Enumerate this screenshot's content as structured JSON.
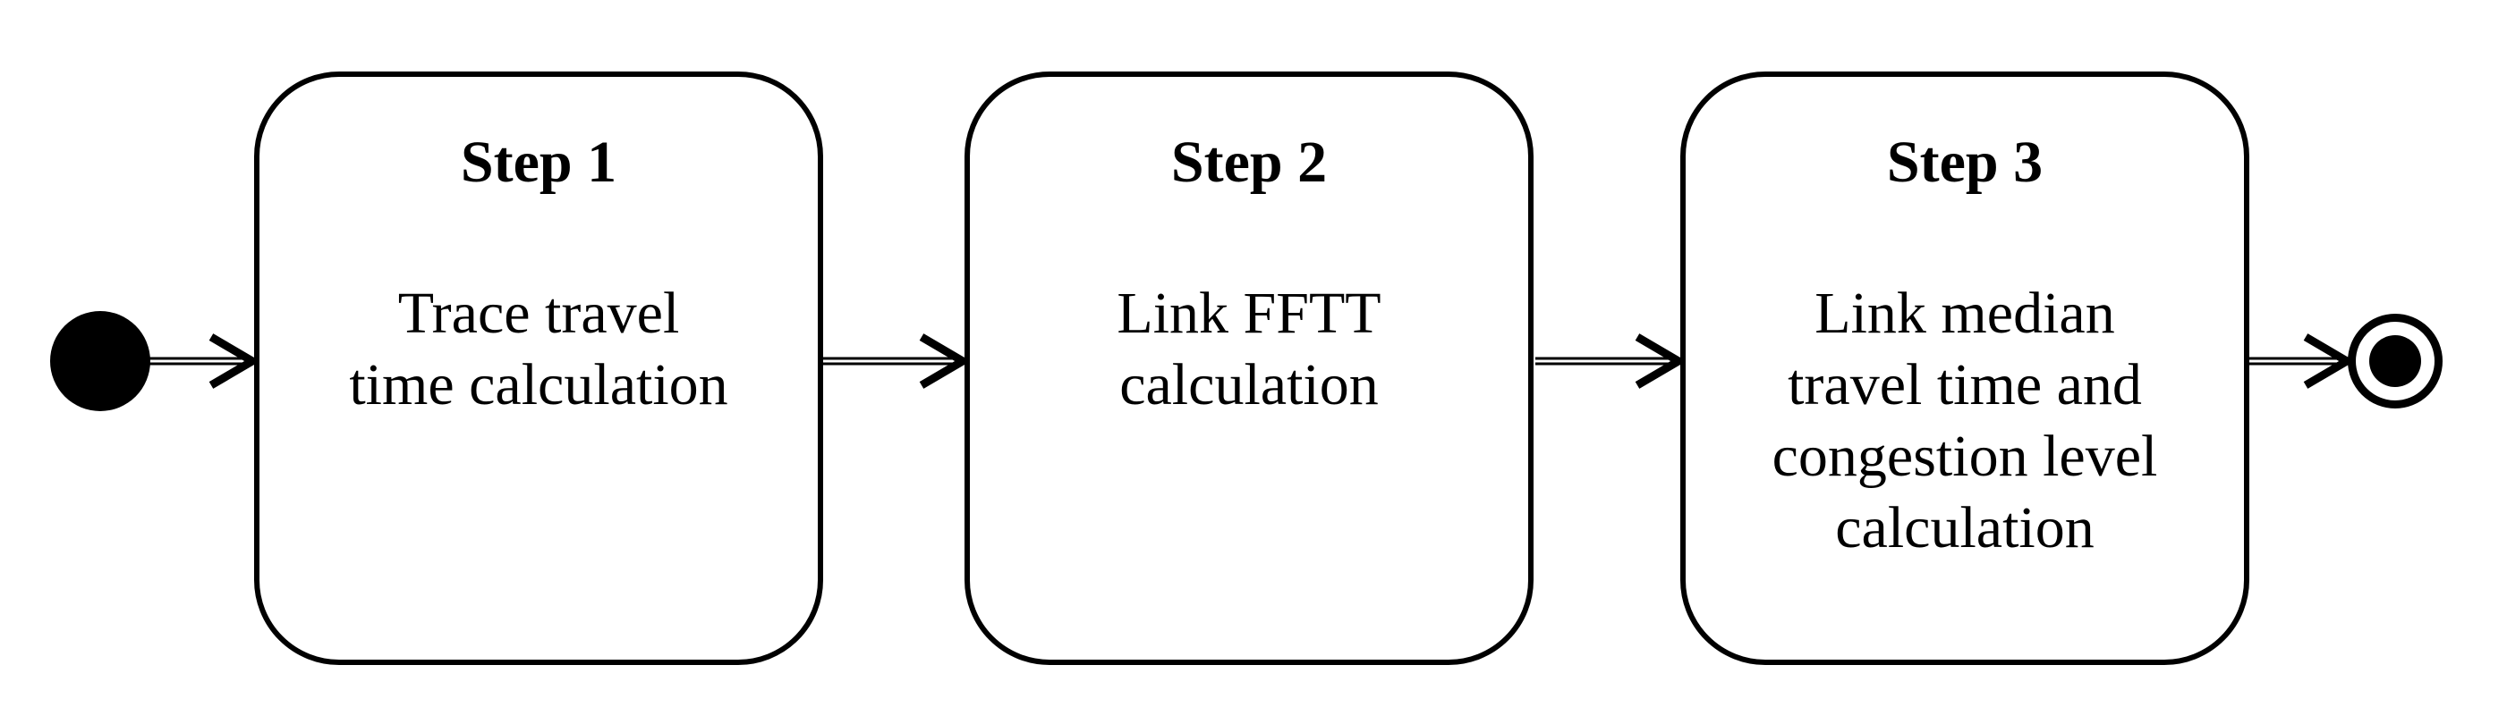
{
  "diagram": {
    "kind": "activity-flow",
    "steps": [
      {
        "title": "Step 1",
        "body": "Trace travel\ntime calculation"
      },
      {
        "title": "Step 2",
        "body": "Link FFTT\ncalculation"
      },
      {
        "title": "Step 3",
        "body": "Link median\ntravel time and\ncongestion level\ncalculation"
      }
    ],
    "colors": {
      "line": "#000000",
      "text": "#000000",
      "box_fill": "#ffffff",
      "background": "#ffffff"
    }
  }
}
